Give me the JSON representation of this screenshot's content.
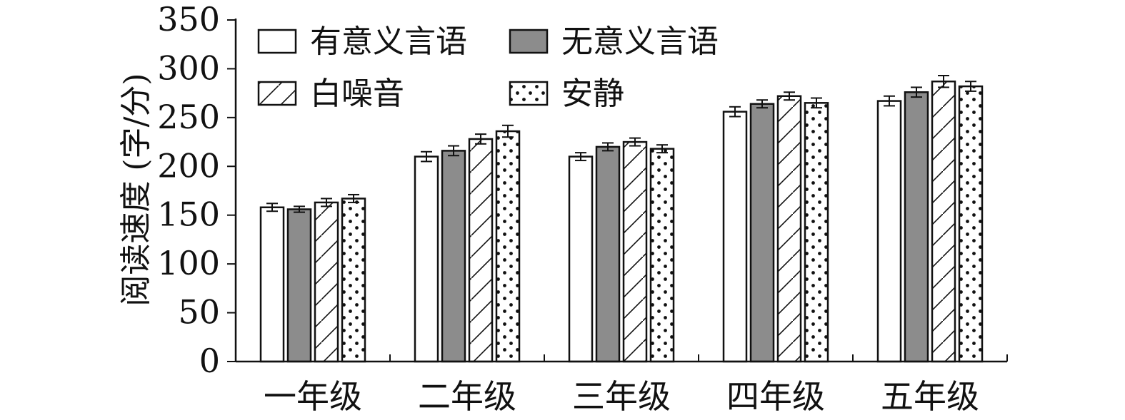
{
  "chart_data": {
    "type": "bar",
    "title": "",
    "xlabel": "",
    "ylabel": "阅读速度 (字/分)",
    "ylim": [
      0,
      350
    ],
    "yticks": [
      0,
      50,
      100,
      150,
      200,
      250,
      300,
      350
    ],
    "categories": [
      "一年级",
      "二年级",
      "三年级",
      "四年级",
      "五年级"
    ],
    "grid": false,
    "legend_position": "top-left",
    "series": [
      {
        "name": "有意义言语",
        "pattern": "white",
        "values": [
          158,
          210,
          210,
          256,
          267
        ],
        "errors": [
          4,
          5,
          4,
          5,
          5
        ]
      },
      {
        "name": "无意义言语",
        "pattern": "gray",
        "values": [
          156,
          216,
          220,
          264,
          276
        ],
        "errors": [
          3,
          5,
          4,
          4,
          5
        ]
      },
      {
        "name": "白噪音",
        "pattern": "hatch",
        "values": [
          163,
          228,
          225,
          272,
          287
        ],
        "errors": [
          4,
          5,
          4,
          4,
          6
        ]
      },
      {
        "name": "安静",
        "pattern": "dots",
        "values": [
          167,
          236,
          218,
          265,
          282
        ],
        "errors": [
          4,
          6,
          4,
          5,
          5
        ]
      }
    ],
    "colors": {
      "gray": "#8c8c8c",
      "white": "#ffffff",
      "stroke": "#111111"
    }
  }
}
